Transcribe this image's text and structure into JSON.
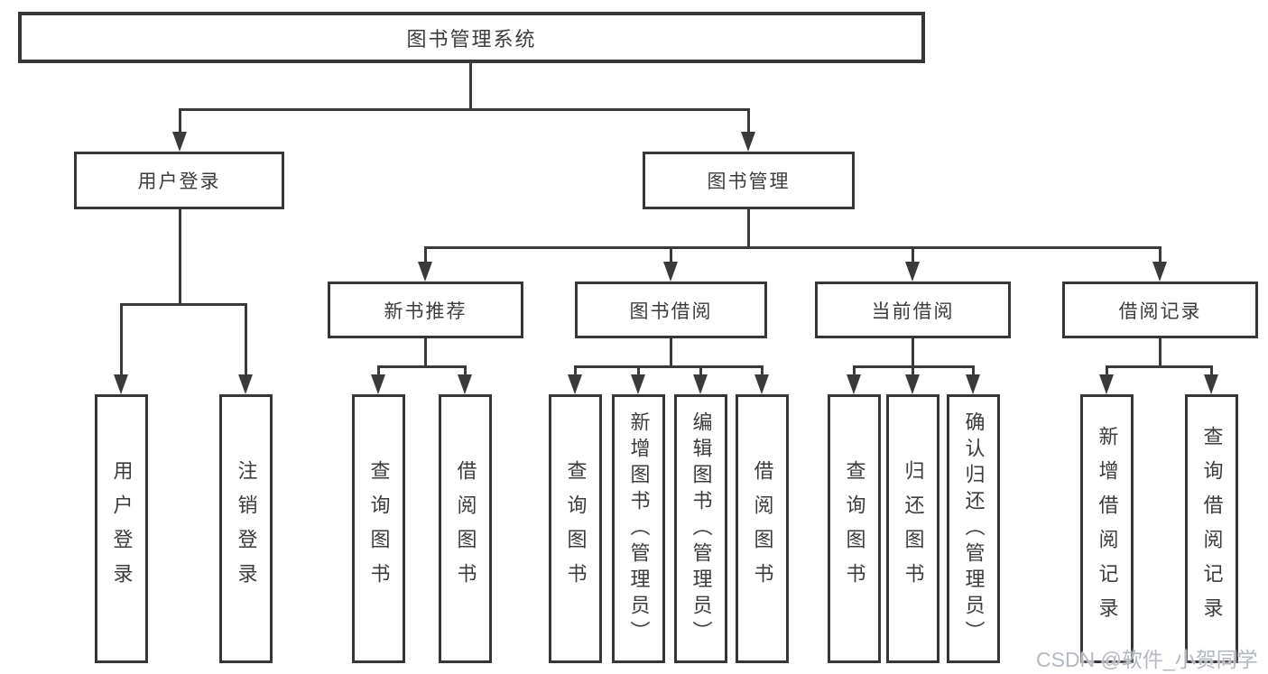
{
  "nodes": {
    "root": {
      "label": "图书管理系统"
    },
    "user_login": {
      "label": "用户登录"
    },
    "book_management": {
      "label": "图书管理"
    },
    "new_book_recommend": {
      "label": "新书推荐"
    },
    "book_borrowing": {
      "label": "图书借阅"
    },
    "current_borrowing": {
      "label": "当前借阅"
    },
    "borrowing_records": {
      "label": "借阅记录"
    },
    "leaves": {
      "user_login": "用户登录",
      "logout": "注销登录",
      "nb_query_books": "查询图书",
      "nb_borrow_books": "借阅图书",
      "bb_query_books": "查询图书",
      "bb_add_books": "新增图书（管理员）",
      "bb_edit_books": "编辑图书（管理员）",
      "bb_borrow_books": "借阅图书",
      "cb_query_books": "查询图书",
      "cb_return_books": "归还图书",
      "cb_confirm_return": "确认归还（管理员）",
      "br_add_record": "新增借阅记录",
      "br_query_record": "查询借阅记录"
    }
  },
  "watermark": {
    "text": "CSDN @软件_小贺同学"
  },
  "colors": {
    "line": "#3a3a3a",
    "box_border": "#363636",
    "text": "#3c3c3c",
    "background": "#ffffff",
    "watermark": "#b4b8bf"
  }
}
